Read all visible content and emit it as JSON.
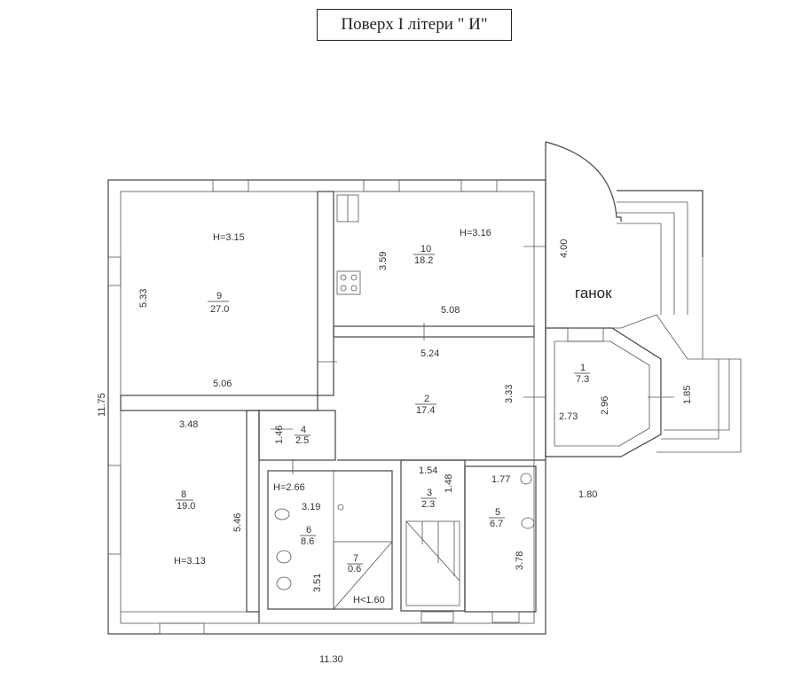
{
  "title": "Поверх І літери \" И\"",
  "porch_label": "ганок",
  "overall": {
    "width": "11.30",
    "height": "11.75"
  },
  "rooms": [
    {
      "id": "room-9",
      "number": "9",
      "area": "27.0",
      "height": "H=3.15"
    },
    {
      "id": "room-10",
      "number": "10",
      "area": "18.2",
      "height": "H=3.16"
    },
    {
      "id": "room-1",
      "number": "1",
      "area": "7.3"
    },
    {
      "id": "room-2",
      "number": "2",
      "area": "17.4"
    },
    {
      "id": "room-4",
      "number": "4",
      "area": "2.5"
    },
    {
      "id": "room-8",
      "number": "8",
      "area": "19.0",
      "height": "H=3.13"
    },
    {
      "id": "room-6",
      "number": "6",
      "area": "8.6",
      "height": "H=2.66"
    },
    {
      "id": "room-7",
      "number": "7",
      "area": "0.6",
      "height": "H<1.60"
    },
    {
      "id": "room-3",
      "number": "3",
      "area": "2.3"
    },
    {
      "id": "room-5",
      "number": "5",
      "area": "6.7"
    }
  ],
  "dimensions": {
    "r9_height": "5.33",
    "r9_width": "5.06",
    "r10_height": "3.59",
    "r10_width": "5.08",
    "porch_depth": "4.00",
    "r2_width": "5.24",
    "r2_height": "3.33",
    "r1_width": "2.73",
    "r1_height": "2.96",
    "step_width": "1.85",
    "r4_height": "1.46",
    "r8_width": "3.48",
    "r8_height": "5.46",
    "r6_width": "3.19",
    "r6_height": "3.51",
    "r3_width": "1.54",
    "r3_height": "1.48",
    "r5_width": "1.77",
    "r5_height": "3.78",
    "r5_offset": "1.80"
  }
}
